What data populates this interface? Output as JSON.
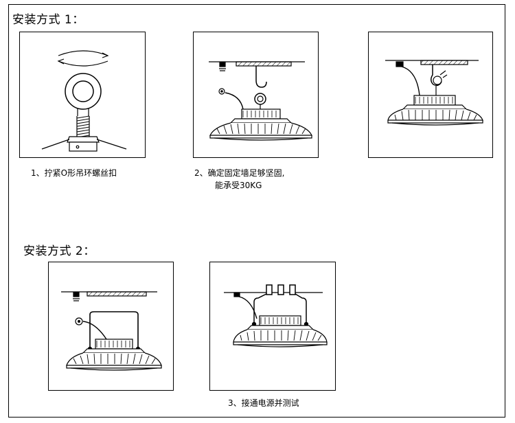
{
  "section1": {
    "heading": "安装方式 1：",
    "step1": "1、拧紧O形吊环螺丝扣",
    "step2_line1": "2、确定固定墙足够坚固,",
    "step2_line2": "能承受30KG"
  },
  "section2": {
    "heading": "安装方式 2：",
    "step3": "3、接通电源并测试"
  },
  "colors": {
    "line": "#000000",
    "background": "#ffffff"
  }
}
